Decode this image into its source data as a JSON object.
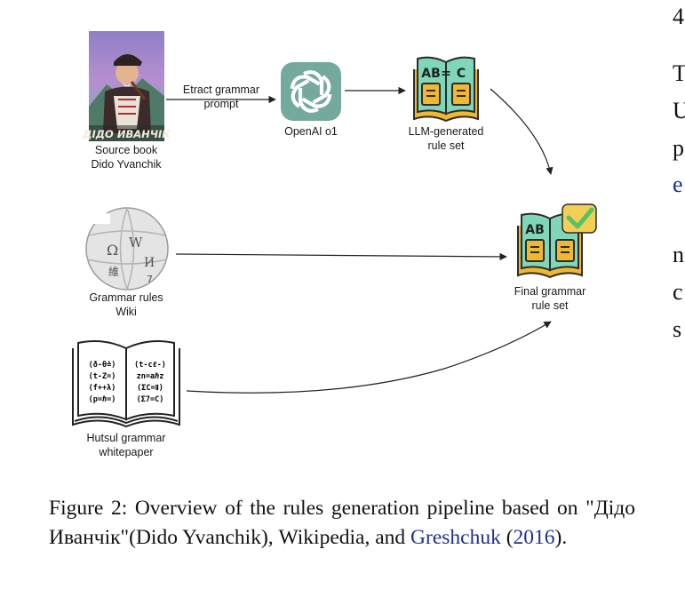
{
  "diagram": {
    "source_book": {
      "cover_title": "ДІДО ИВАНЧІК",
      "line1": "Source book",
      "line2": "Dido Yvanchik"
    },
    "edge_extract": {
      "line1": "Etract grammar",
      "line2": "prompt"
    },
    "openai": {
      "label": "OpenAI o1"
    },
    "llm_rules": {
      "line1": "LLM-generated",
      "line2": "rule set"
    },
    "wiki": {
      "line1": "Grammar rules",
      "line2": "Wiki"
    },
    "final_rules": {
      "line1": "Final grammar",
      "line2": "rule set"
    },
    "whitepaper": {
      "line1": "Hutsul grammar",
      "line2": "whitepaper",
      "left_page": [
        "(ð-θ≙)",
        "(t-Z=)",
        "(f++λ)",
        "(p=ℏ=)"
      ],
      "right_page": [
        "(t-cℓ-)",
        "zn=aℏz",
        "(ΣC=Ⅱ)",
        "(Σ7=C)"
      ]
    },
    "book_icon_text": {
      "left": "AB",
      "right": "C"
    }
  },
  "caption": {
    "prefix": "Figure 2:  Overview of the rules generation pipeline based on \"Дідо Иванчік\"(Dido Yvanchik), Wikipedia, and ",
    "cite_author": "Greshchuk",
    "cite_open": " (",
    "cite_year": "2016",
    "cite_close": ")."
  },
  "side_text": [
    "4",
    "T",
    "U",
    "p",
    "e",
    "n",
    "c",
    "s"
  ],
  "colors": {
    "teal": "#74a99d",
    "book_outline": "#2b2b2b",
    "book_pages": "#f0b72f",
    "book_cover": "#7fd6b8",
    "check": "#56c26a",
    "cite": "#1f2f8f"
  }
}
